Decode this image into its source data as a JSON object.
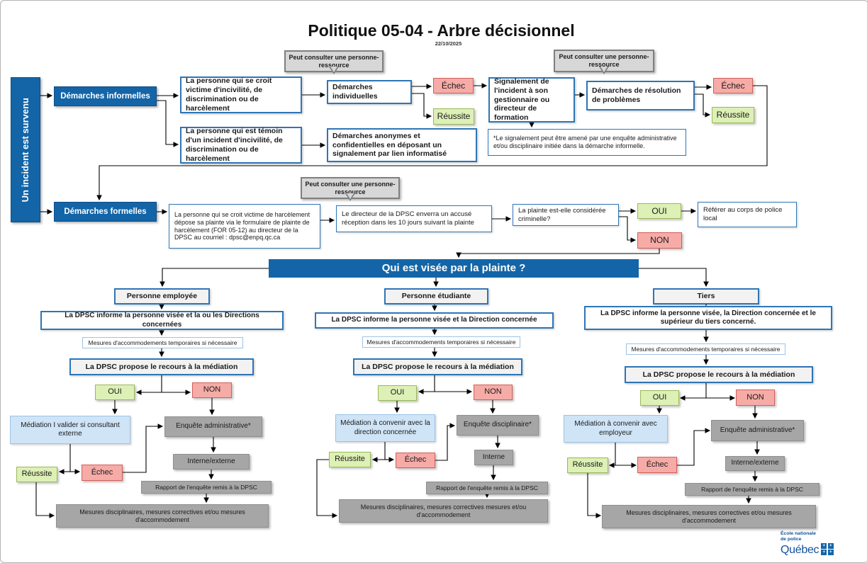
{
  "page": {
    "title": "Politique 05-04 - Arbre décisionnel",
    "date": "22/10/2025"
  },
  "palette": {
    "primary_blue": "#1365a7",
    "box_border_blue": "#2e75b6",
    "success_green_bg": "#ddf0b5",
    "fail_red_bg": "#f6aba7",
    "gray_fill": "#a6a6a6",
    "callout_bg": "#d7d7d7",
    "mediation_bg": "#cfe4f6",
    "header_bg": "#f2f2f2"
  },
  "sidebar": {
    "label": "Un incident est survenu"
  },
  "labels": {
    "yes": "OUI",
    "no": "NON",
    "fail": "Échec",
    "success": "Réussite"
  },
  "informal": {
    "label": "Démarches informelles",
    "callout_left": "Peut consulter une personne-ressource",
    "callout_right": "Peut consulter une personne-ressource",
    "victim": "La personne qui se croit victime d'incivilité, de discrimination ou de harcèlement",
    "witness": "La personne qui est témoin d'un incident d'incivilité, de discrimination ou de harcèlement",
    "individual": "Démarches individuelles",
    "report_manager": "Signalement de l'incident à son gestionnaire ou directeur de formation",
    "resolution": "Démarches de résolution de problèmes",
    "anonymous": "Démarches anonymes et confidentielles en déposant un signalement par lien informatisé",
    "footnote": "*Le signalement peut être amené par une enquête administrative et/ou disciplinaire initiée dans la démarche informelle."
  },
  "formal": {
    "label": "Démarches formelles",
    "callout": "Peut consulter une personne-ressource",
    "complaint": "La personne qui se croit victime de harcèlement dépose sa plainte via le formulaire de plainte de harcèlement (FOR 05-12) au directeur de la DPSC au courriel : dpsc@enpq.qc.ca",
    "ack": "Le directeur de la DPSC enverra un accusé réception dans les 10 jours suivant la plainte",
    "criminal_question": "La plainte est-elle considérée criminelle?",
    "refer_police": "Référer au corps de police local"
  },
  "band": {
    "question": "Qui est visée par la plainte ?"
  },
  "branches": [
    {
      "header": "Personne employée",
      "inform": "La DPSC informe la personne visée et la ou les Directions concernées",
      "measures": "Mesures d'accommodements temporaires si nécessaire",
      "mediation_proposal": "La DPSC propose le recours à la médiation",
      "mediation": "Médiation I valider si consultant externe",
      "inquiry": "Enquête administrative*",
      "inquiry_type": "Interne/externe",
      "report": "Rapport de l'enquête remis à la DPSC",
      "outcome": "Mesures disciplinaires, mesures correctives et/ou mesures d'accommodement"
    },
    {
      "header": "Personne étudiante",
      "inform": "La DPSC informe la personne visée et la Direction concernée",
      "measures": "Mesures d'accommodements temporaires si nécessaire",
      "mediation_proposal": "La DPSC propose le recours à la médiation",
      "mediation": "Médiation à convenir avec la direction concernée",
      "inquiry": "Enquête disciplinaire*",
      "inquiry_type": "Interne",
      "report": "Rapport de l'enquête remis à la DPSC",
      "outcome": "Mesures disciplinaires, mesures correctives mesures et/ou d'accommodement"
    },
    {
      "header": "Tiers",
      "inform": "La DPSC informe la personne visée, la Direction concernée et le supérieur du tiers concerné.",
      "measures": "Mesures d'accommodements temporaires si nécessaire",
      "mediation_proposal": "La DPSC propose le recours à la médiation",
      "mediation": "Médiation à convenir avec employeur",
      "inquiry": "Enquête administrative*",
      "inquiry_type": "Interne/externe",
      "report": "Rapport de l'enquête remis à la DPSC",
      "outcome": "Mesures disciplinaires, mesures correctives et/ou mesures d'accommodement"
    }
  ],
  "logo": {
    "org_line1": "École nationale",
    "org_line2": "de police",
    "wordmark": "Québec"
  }
}
